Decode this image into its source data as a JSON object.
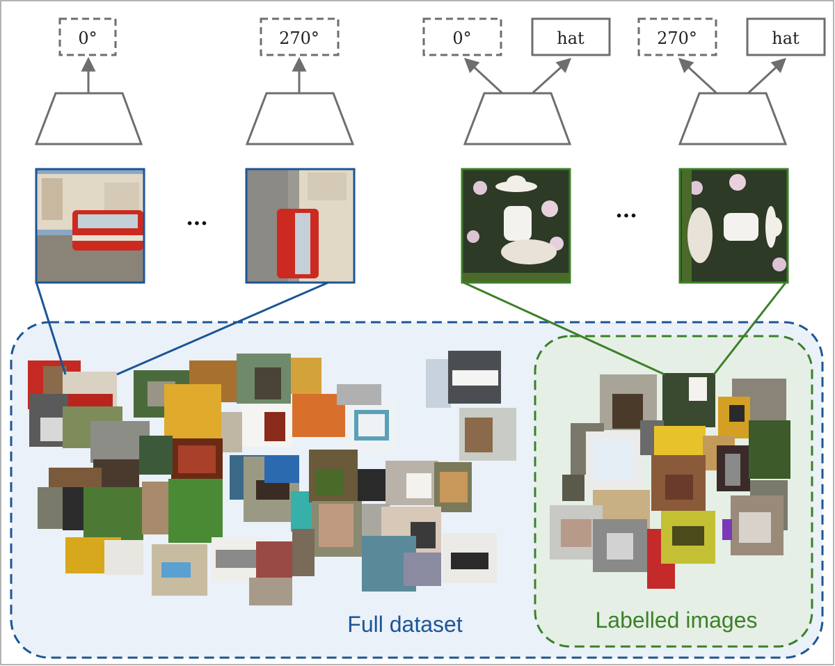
{
  "colors": {
    "gray": "#6e6e6e",
    "blue": "#1c5596",
    "green": "#3c8027",
    "full_bg": "#eaf1f8",
    "labelled_bg": "#e5efe6"
  },
  "heads": {
    "h1": "0°",
    "h2": "270°",
    "h3a": "0°",
    "h3b": "hat",
    "h4a": "270°",
    "h4b": "hat"
  },
  "ellipsis_left": "...",
  "ellipsis_right": "...",
  "regions": {
    "full": "Full dataset",
    "labelled": "Labelled images"
  }
}
